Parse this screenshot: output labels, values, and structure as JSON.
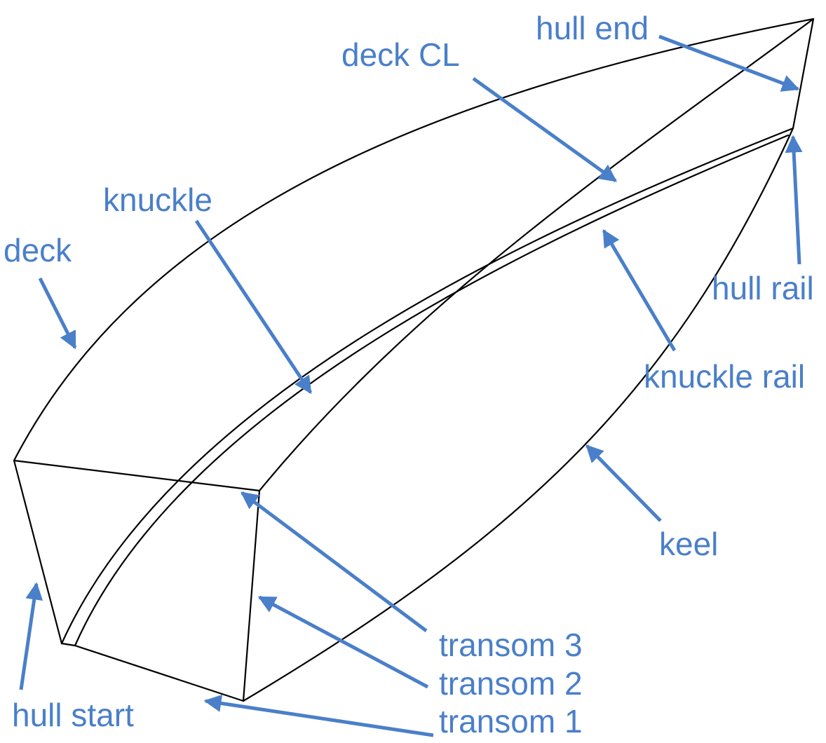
{
  "diagram": {
    "label_color": "#4a7fc9",
    "line_color": "#000000",
    "labels": {
      "hull_end": "hull end",
      "deck_cl": "deck CL",
      "knuckle": "knuckle",
      "deck": "deck",
      "hull_rail": "hull rail",
      "knuckle_rail": "knuckle rail",
      "keel": "keel",
      "transom_3": "transom 3",
      "transom_2": "transom 2",
      "transom_1": "transom 1",
      "hull_start": "hull start"
    }
  }
}
